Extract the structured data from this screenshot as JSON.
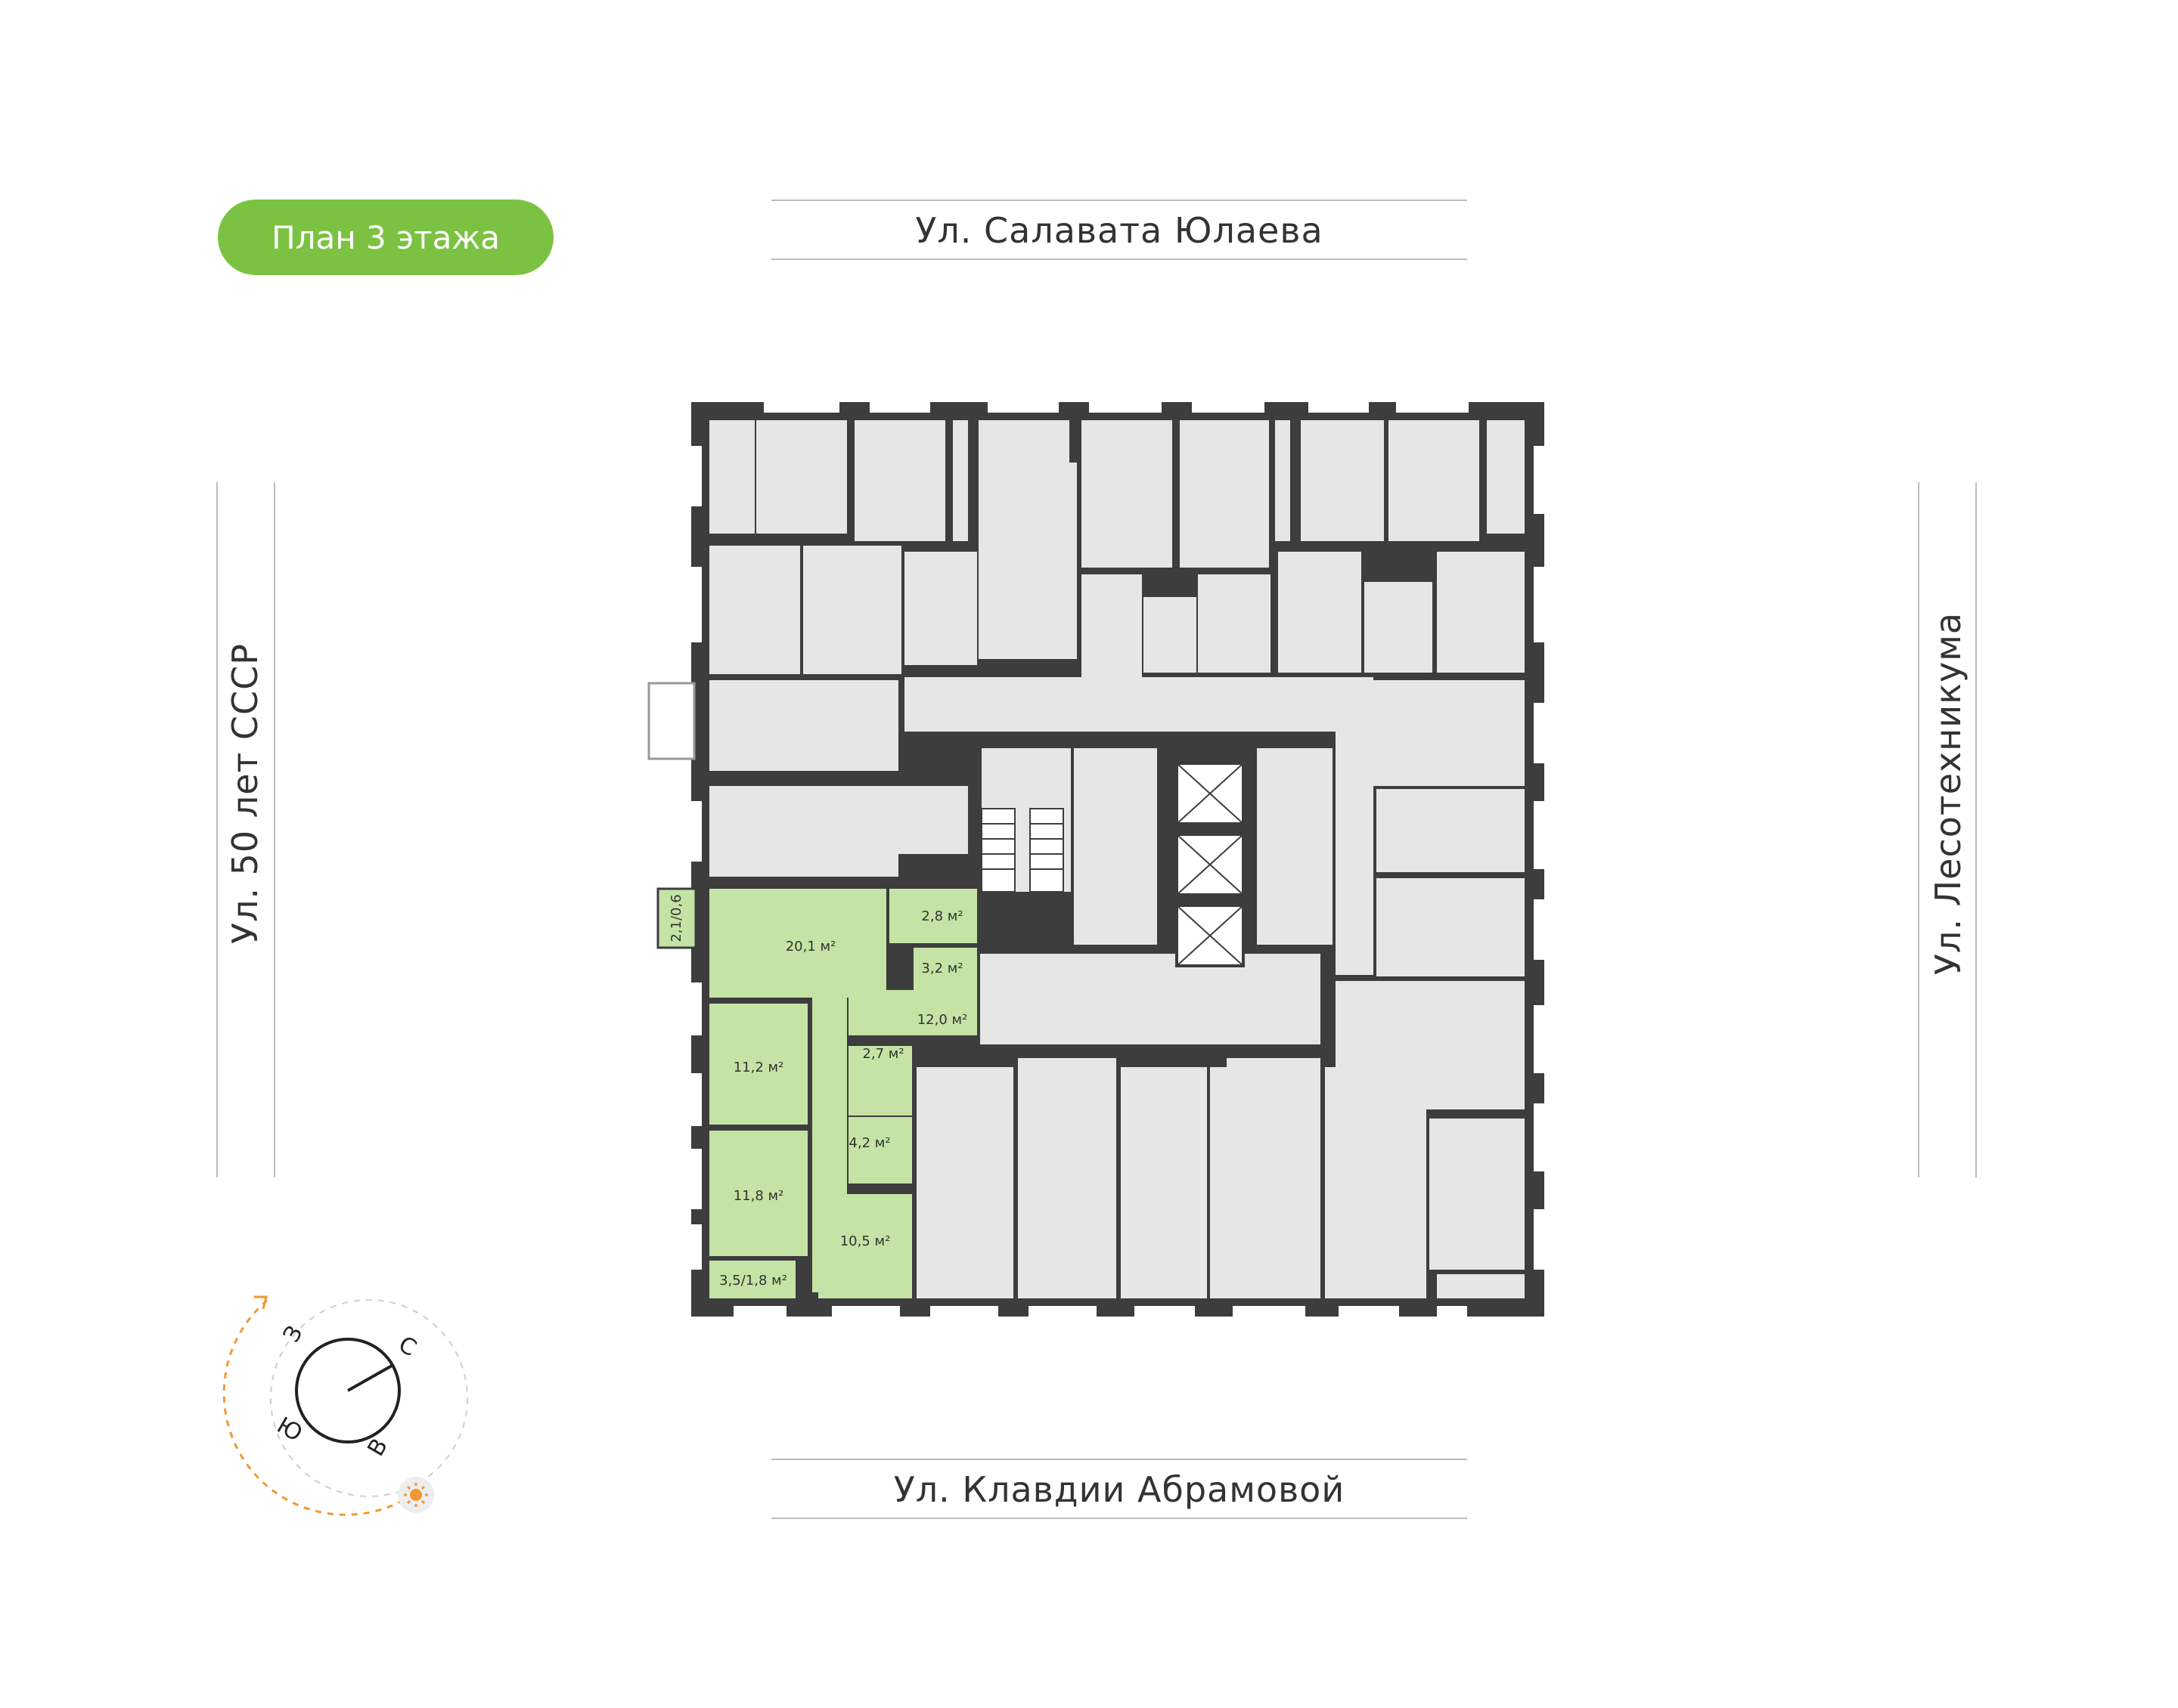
{
  "title": "План 3 этажа",
  "streets": {
    "north": "Ул. Салавата Юлаева",
    "south": "Ул. Клавдии Абрамовой",
    "west": "Ул. 50 лет СССР",
    "east": "Ул. Лесотехникума"
  },
  "compass": {
    "n": "С",
    "s": "Ю",
    "e": "В",
    "w": "З"
  },
  "sun_icon": "sun-icon",
  "areas": [
    {
      "id": "balcony",
      "label": "2,1/0,6"
    },
    {
      "id": "living",
      "label": "20,1 м²"
    },
    {
      "id": "wc1",
      "label": "2,8 м²"
    },
    {
      "id": "storage",
      "label": "3,2 м²"
    },
    {
      "id": "hall",
      "label": "12,0 м²"
    },
    {
      "id": "bath1",
      "label": "2,7 м²"
    },
    {
      "id": "bedroom1",
      "label": "11,2 м²"
    },
    {
      "id": "bath2",
      "label": "4,2 м²"
    },
    {
      "id": "bedroom2",
      "label": "11,8 м²"
    },
    {
      "id": "bedroom3",
      "label": "10,5 м²"
    },
    {
      "id": "loggia",
      "label": "3,5/1,8 м²"
    }
  ],
  "colors": {
    "accent": "#7cc242",
    "highlight": "#c5e3a5",
    "wall": "#3d3d3d",
    "room": "#e6e6e6",
    "line": "#bdbdbd",
    "orbit": "#f29833"
  }
}
